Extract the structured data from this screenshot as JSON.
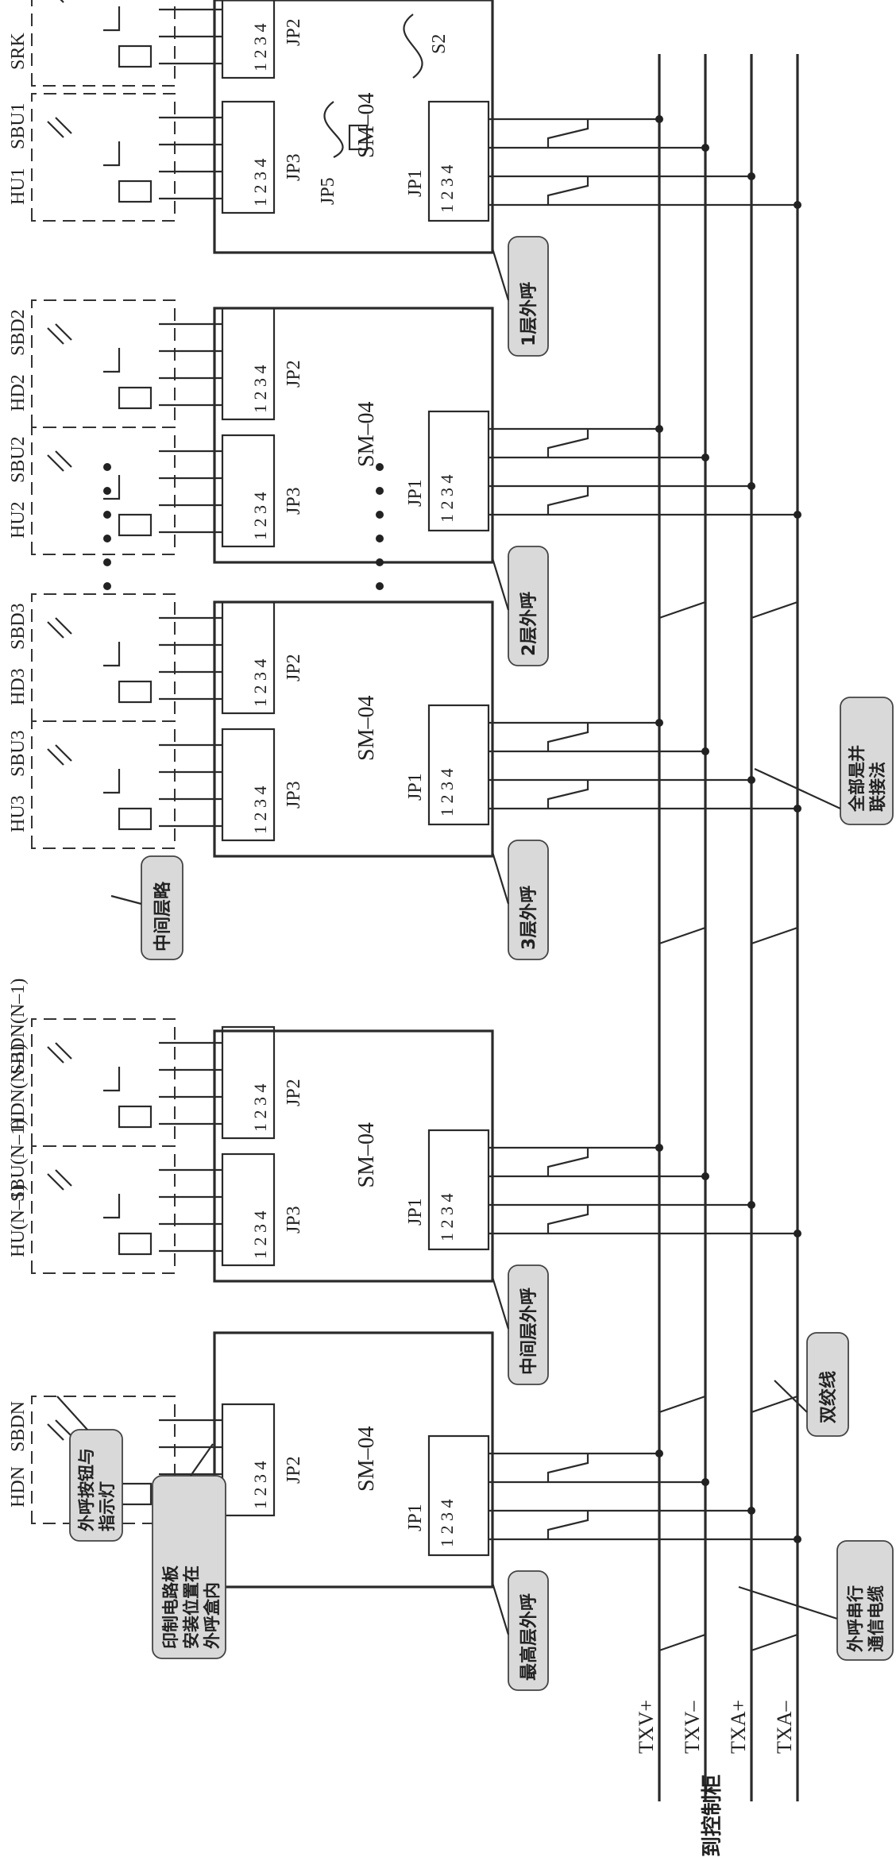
{
  "module_name": "SM–04",
  "connectors": {
    "jp1": "JP1",
    "jp2": "JP2",
    "jp3": "JP3",
    "jp5": "JP5",
    "s2": "S2"
  },
  "pin_numbers": "1 2 3 4",
  "floors": [
    {
      "labels_jp3": [
        "HU1",
        "SBU1"
      ],
      "labels_jp2": [
        "SRK"
      ],
      "callout": "1层外呼"
    },
    {
      "labels_jp3": [
        "HU2",
        "SBU2"
      ],
      "labels_jp2": [
        "HD2",
        "SBD2"
      ],
      "callout": "2层外呼"
    },
    {
      "labels_jp3": [
        "HU3",
        "SBU3"
      ],
      "labels_jp2": [
        "HD3",
        "SBD3"
      ],
      "callout": "3层外呼"
    },
    {
      "labels_jp3": [
        "HU(N–1)",
        "SBU(N–1)"
      ],
      "labels_jp2": [
        "HDN(N–1)",
        "SBDN(N–1)"
      ],
      "callout": "中间层外呼"
    },
    {
      "labels_jp3": [],
      "labels_jp2": [
        "HDN",
        "SBDN"
      ],
      "callout": "最高层外呼"
    }
  ],
  "bus_lines": [
    "TXV+",
    "TXV–",
    "TXA+",
    "TXA–"
  ],
  "bus_destination": "到控制柜",
  "callouts": {
    "middle_omitted": "中间层略",
    "all_parallel": [
      "全部是并",
      "联接法"
    ],
    "twisted_pair": "双绞线",
    "serial_cable": [
      "外呼串行",
      "通信电缆"
    ],
    "button_light": [
      "外呼按钮与",
      "指示灯"
    ],
    "pcb_location": [
      "印制电路板",
      "安装位置在",
      "外呼盒内"
    ]
  }
}
